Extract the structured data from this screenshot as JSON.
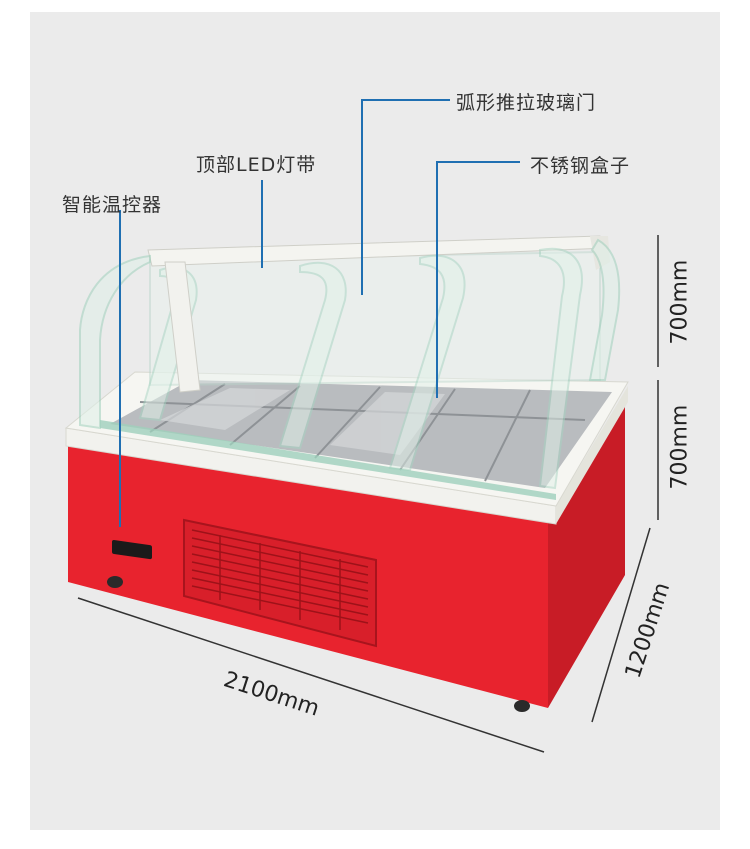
{
  "labels": {
    "curved_sliding_glass_door": "弧形推拉玻璃门",
    "top_led_strip": "顶部LED灯带",
    "stainless_steel_pans": "不锈钢盒子",
    "smart_thermostat": "智能温控器"
  },
  "dimensions": {
    "upper_height": "700mm",
    "lower_height": "700mm",
    "depth": "1200mm",
    "width": "2100mm"
  },
  "colors": {
    "cabinet_red": "#e8232e",
    "leader_line": "#1f6fb2",
    "background": "#ebebeb"
  }
}
